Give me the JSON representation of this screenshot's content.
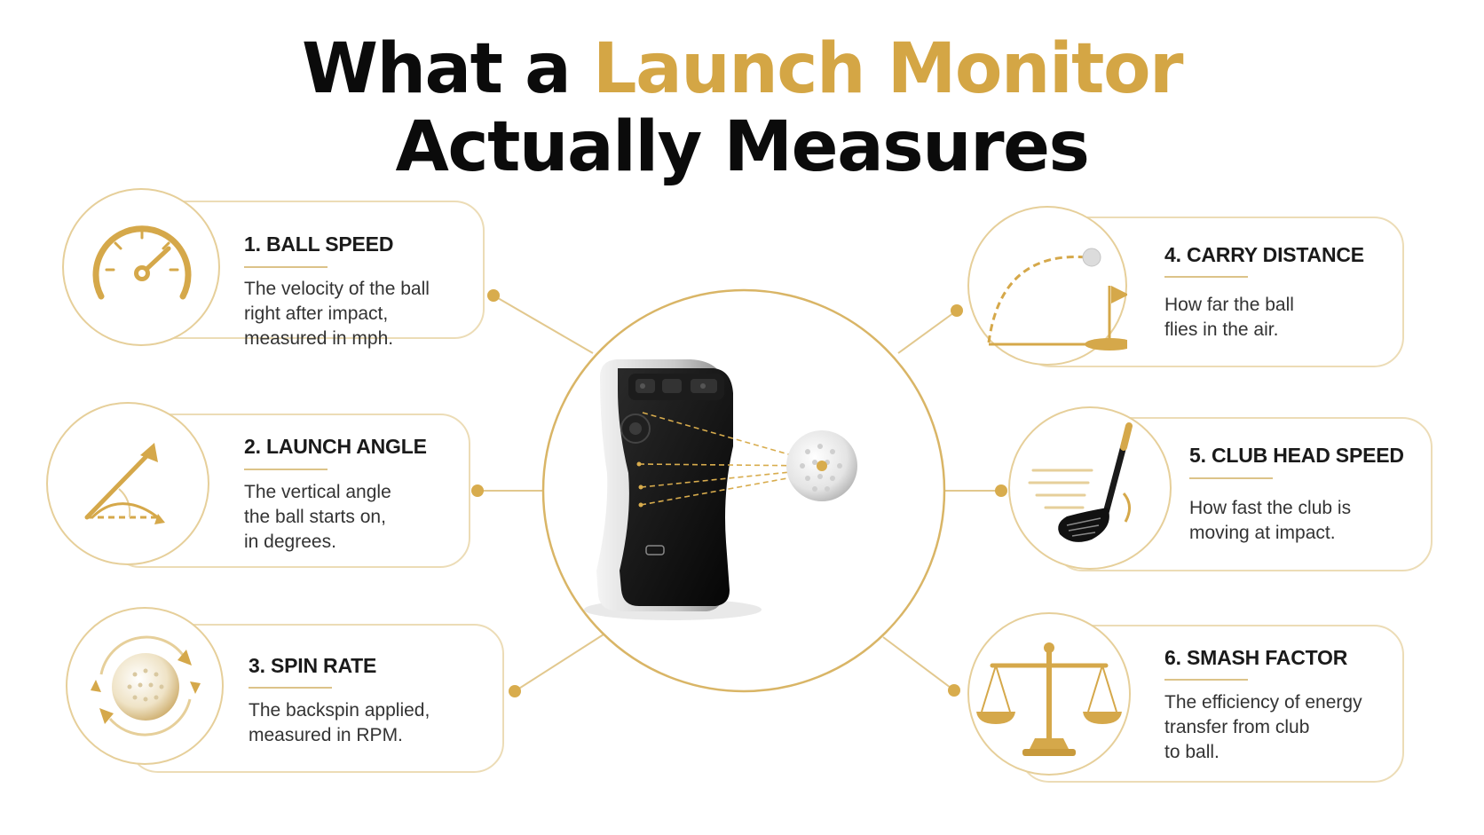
{
  "title": {
    "prefix": "What a",
    "highlight": "Launch Monitor",
    "line2": "Actually Measures"
  },
  "colors": {
    "gold": "#d4a645",
    "gold_light": "#e6cf9a",
    "dark": "#0b0b0b"
  },
  "metrics": [
    {
      "title": "1. BALL SPEED",
      "description": "The velocity of the ball\nright after impact,\nmeasured in mph.",
      "icon": "speedometer-icon"
    },
    {
      "title": "2. LAUNCH ANGLE",
      "description": "The vertical angle\nthe ball starts on,\nin degrees.",
      "icon": "launch-angle-icon"
    },
    {
      "title": "3. SPIN RATE",
      "description": "The backspin applied,\nmeasured in RPM.",
      "icon": "spinning-ball-icon"
    },
    {
      "title": "4. CARRY DISTANCE",
      "description": "How far the ball\nflies in the air.",
      "icon": "ball-trajectory-flag-icon"
    },
    {
      "title": "5. CLUB HEAD SPEED",
      "description": "How fast the club is\nmoving at impact.",
      "icon": "golf-club-icon"
    },
    {
      "title": "6. SMASH FACTOR",
      "description": "The efficiency of energy\ntransfer from club\nto ball.",
      "icon": "balance-scale-icon"
    }
  ],
  "center": {
    "icons": [
      "launch-monitor-device-icon",
      "golf-ball-icon"
    ]
  }
}
